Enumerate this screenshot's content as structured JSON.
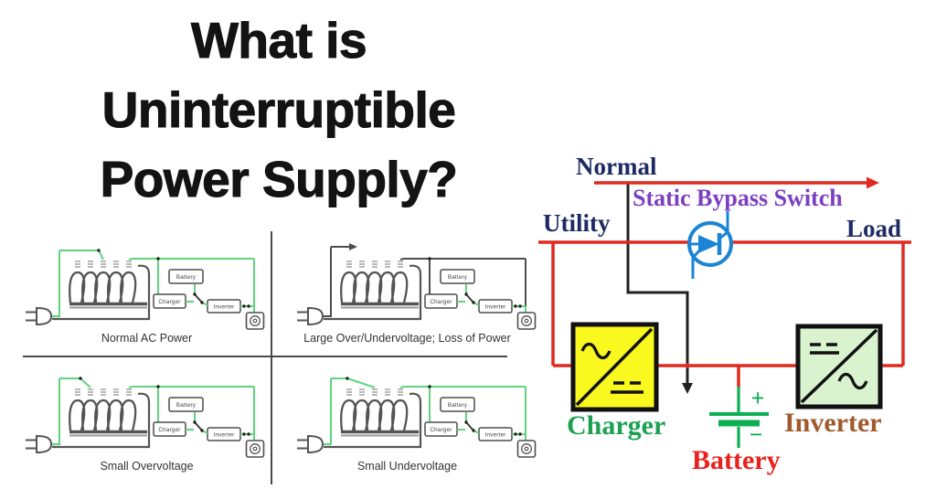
{
  "title": {
    "lines": [
      "What is",
      "Uninterruptible",
      "Power Supply?"
    ]
  },
  "ups_diagram": {
    "labels": {
      "normal": "Normal",
      "static_bypass": "Static Bypass Switch",
      "utility": "Utility",
      "load": "Load",
      "charger": "Charger",
      "battery": "Battery",
      "inverter": "Inverter",
      "battery_plus": "+",
      "battery_minus": "−"
    }
  },
  "panels": {
    "box_labels": {
      "battery": "Battery",
      "charger": "Charger",
      "inverter": "Inverter"
    },
    "quadrants": [
      {
        "caption": "Normal AC Power",
        "variant": "normal",
        "live_input": true
      },
      {
        "caption": "Large Over/Undervoltage; Loss of Power",
        "variant": "large",
        "live_input": false
      },
      {
        "caption": "Small Overvoltage",
        "variant": "over",
        "live_input": true
      },
      {
        "caption": "Small Undervoltage",
        "variant": "under",
        "live_input": true
      }
    ]
  },
  "colors": {
    "title_black": "#131313",
    "line_red": "#e02a20",
    "navy": "#1e2a63",
    "purple": "#7d3fc1",
    "charger_green": "#1ca152",
    "battery_green": "#0caf52",
    "label_red": "#e8231d",
    "inverter_brown": "#a05a2c",
    "switch_blue": "#1b84d4",
    "charger_fill": "#f9f920",
    "inverter_fill": "#d9f3cf",
    "wire_green": "#5ed57d",
    "wire_gray": "#4d4d4d",
    "component_gray": "#555555",
    "caption_gray": "#333333",
    "box_black": "#111111"
  }
}
